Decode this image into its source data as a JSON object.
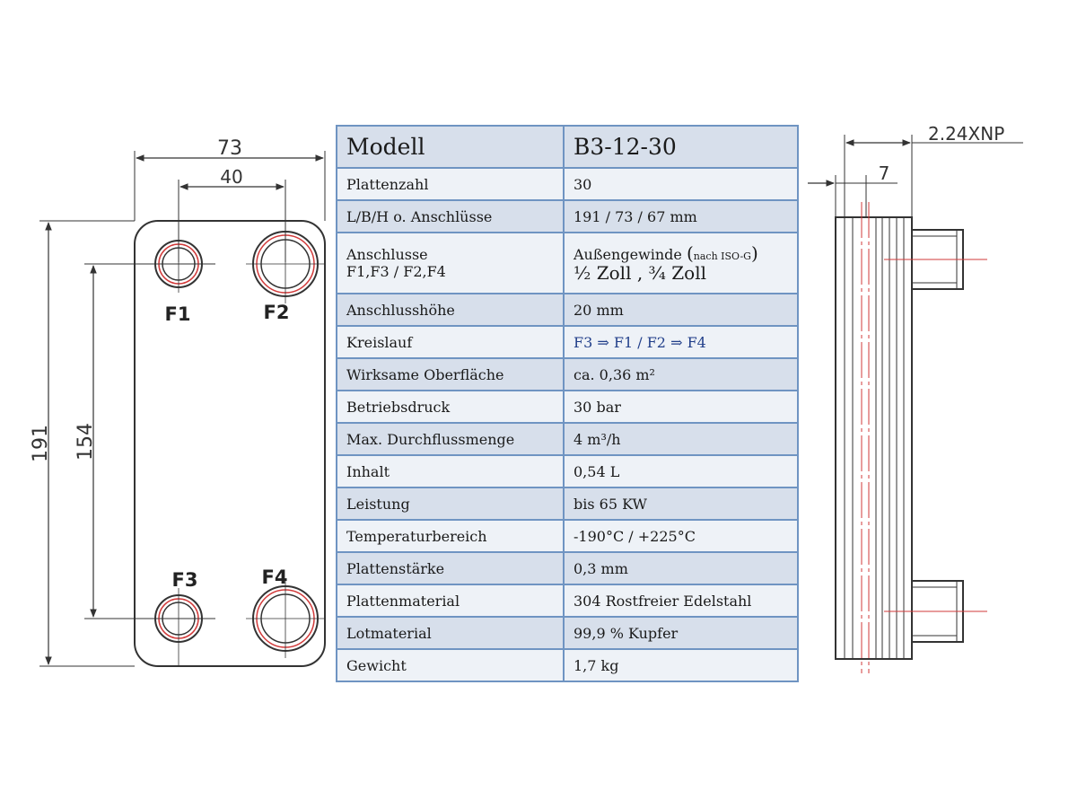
{
  "left_view": {
    "dim_width": "73",
    "dim_port_spacing": "40",
    "dim_height": "191",
    "dim_port_vertical": "154",
    "ports": [
      "F1",
      "F2",
      "F3",
      "F4"
    ]
  },
  "right_view": {
    "dim_thread": "2.24XNP",
    "dim_offset": "7"
  },
  "spec_table": {
    "header": {
      "label": "Modell",
      "value": "B3-12-30"
    },
    "rows": [
      {
        "label": "Plattenzahl",
        "value": "30"
      },
      {
        "label": "L/B/H o. Anschlüsse",
        "value": "191 / 73 / 67 mm"
      },
      {
        "label_line1": "Anschlusse",
        "label_line2": "F1,F3 / F2,F4",
        "value_part1": "Außengewinde ",
        "value_paren_open": "(",
        "value_small": "nach ISO-G",
        "value_paren_close": ")",
        "value_line2": "½ Zoll , ¾ Zoll"
      },
      {
        "label": "Anschlusshöhe",
        "value": "20 mm"
      },
      {
        "label": "Kreislauf",
        "value": "F3 ⇒ F1 / F2 ⇒ F4"
      },
      {
        "label": "Wirksame Oberfläche",
        "value": "ca. 0,36 m²"
      },
      {
        "label": "Betriebsdruck",
        "value": "30 bar"
      },
      {
        "label": "Max. Durchflussmenge",
        "value": "4 m³/h"
      },
      {
        "label": "Inhalt",
        "value": "0,54 L"
      },
      {
        "label": "Leistung",
        "value": "bis  65 KW"
      },
      {
        "label": "Temperaturbereich",
        "value": "-190°C / +225°C"
      },
      {
        "label": "Plattenstärke",
        "value": "0,3 mm"
      },
      {
        "label": "Plattenmaterial",
        "value": "304 Rostfreier Edelstahl"
      },
      {
        "label": "Lotmaterial",
        "value": "99,9 % Kupfer"
      },
      {
        "label": "Gewicht",
        "value": "1,7 kg"
      }
    ]
  },
  "colors": {
    "table_border": "#6f94c2",
    "row_light": "#eef2f7",
    "row_dark": "#d7dfeb",
    "line": "#333333",
    "accent_red": "#d23a3a"
  }
}
